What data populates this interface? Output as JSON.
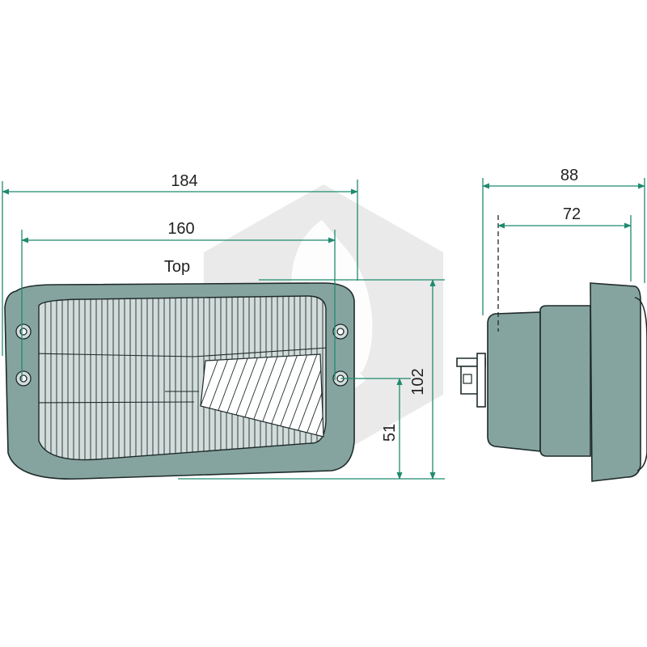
{
  "drawing": {
    "label_top": "Top",
    "front_view": {
      "overall_width": "184",
      "hole_spacing_width": "160",
      "overall_height": "102",
      "hole_to_bottom": "51"
    },
    "side_view": {
      "overall_depth": "88",
      "body_depth": "72"
    }
  },
  "colors": {
    "dimension": "#1f8a6f",
    "housing": "#86a49f",
    "outline": "#1e2a2a",
    "lens": "#d2dddb",
    "watermark": "#d9d9d9"
  }
}
